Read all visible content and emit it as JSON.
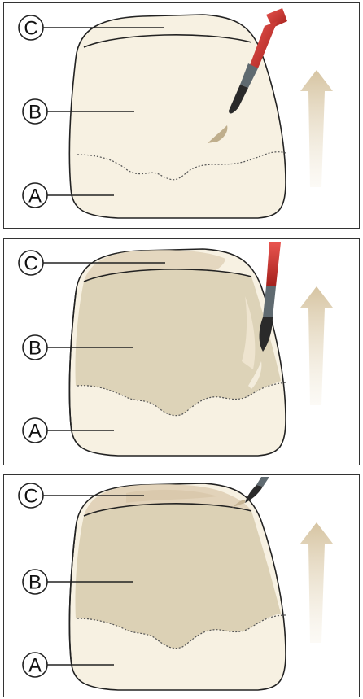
{
  "panels": [
    {
      "id": "step-1",
      "labels": {
        "c": "C",
        "b": "B",
        "a": "A"
      }
    },
    {
      "id": "step-2",
      "labels": {
        "c": "C",
        "b": "B",
        "a": "A"
      }
    },
    {
      "id": "step-3",
      "labels": {
        "c": "C",
        "b": "B",
        "a": "A"
      }
    }
  ],
  "colors": {
    "tooth_base": "#f6f0e0",
    "dentin_layer": "#ddd2b6",
    "incisal_layer": "#e3d5bd",
    "outline": "#222222",
    "arrow": "#d9c8a9",
    "brush_handle": "#c9302c",
    "brush_ferrule": "#5f6a70"
  },
  "icons": [
    "paint-brush-icon",
    "direction-arrow-icon"
  ]
}
